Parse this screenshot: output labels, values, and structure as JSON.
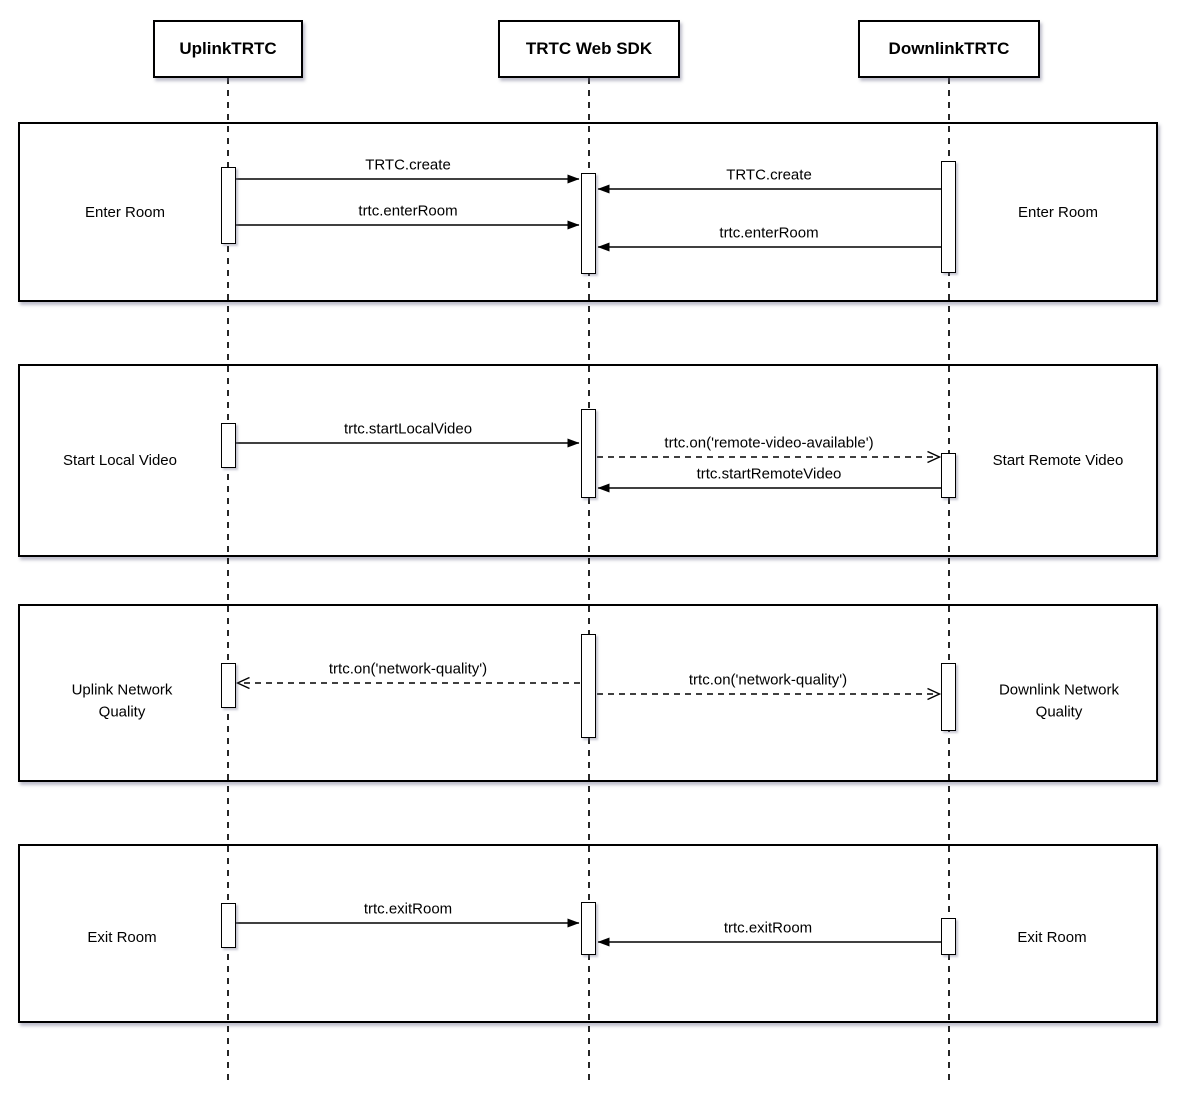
{
  "diagram_type": "sequence-diagram",
  "colors": {
    "stroke": "#000000",
    "background": "#ffffff"
  },
  "actors": [
    {
      "name": "UplinkTRTC"
    },
    {
      "name": "TRTC Web SDK"
    },
    {
      "name": "DownlinkTRTC"
    }
  ],
  "sections": [
    {
      "left_label": "Enter Room",
      "right_label": "Enter Room"
    },
    {
      "left_label": "Start Local Video",
      "right_label": "Start Remote Video"
    },
    {
      "left_label": "Uplink Network Quality",
      "right_label": "Downlink Network Quality"
    },
    {
      "left_label": "Exit Room",
      "right_label": "Exit Room"
    }
  ],
  "messages": [
    {
      "label": "TRTC.create",
      "from": "UplinkTRTC",
      "to": "TRTC Web SDK",
      "style": "solid"
    },
    {
      "label": "trtc.enterRoom",
      "from": "UplinkTRTC",
      "to": "TRTC Web SDK",
      "style": "solid"
    },
    {
      "label": "TRTC.create",
      "from": "DownlinkTRTC",
      "to": "TRTC Web SDK",
      "style": "solid"
    },
    {
      "label": "trtc.enterRoom",
      "from": "DownlinkTRTC",
      "to": "TRTC Web SDK",
      "style": "solid"
    },
    {
      "label": "trtc.startLocalVideo",
      "from": "UplinkTRTC",
      "to": "TRTC Web SDK",
      "style": "solid"
    },
    {
      "label": "trtc.on('remote-video-available')",
      "from": "TRTC Web SDK",
      "to": "DownlinkTRTC",
      "style": "dashed"
    },
    {
      "label": "trtc.startRemoteVideo",
      "from": "DownlinkTRTC",
      "to": "TRTC Web SDK",
      "style": "solid"
    },
    {
      "label": "trtc.on('network-quality')",
      "from": "TRTC Web SDK",
      "to": "UplinkTRTC",
      "style": "dashed"
    },
    {
      "label": "trtc.on('network-quality')",
      "from": "TRTC Web SDK",
      "to": "DownlinkTRTC",
      "style": "dashed"
    },
    {
      "label": "trtc.exitRoom",
      "from": "UplinkTRTC",
      "to": "TRTC Web SDK",
      "style": "solid"
    },
    {
      "label": "trtc.exitRoom",
      "from": "DownlinkTRTC",
      "to": "TRTC Web SDK",
      "style": "solid"
    }
  ]
}
